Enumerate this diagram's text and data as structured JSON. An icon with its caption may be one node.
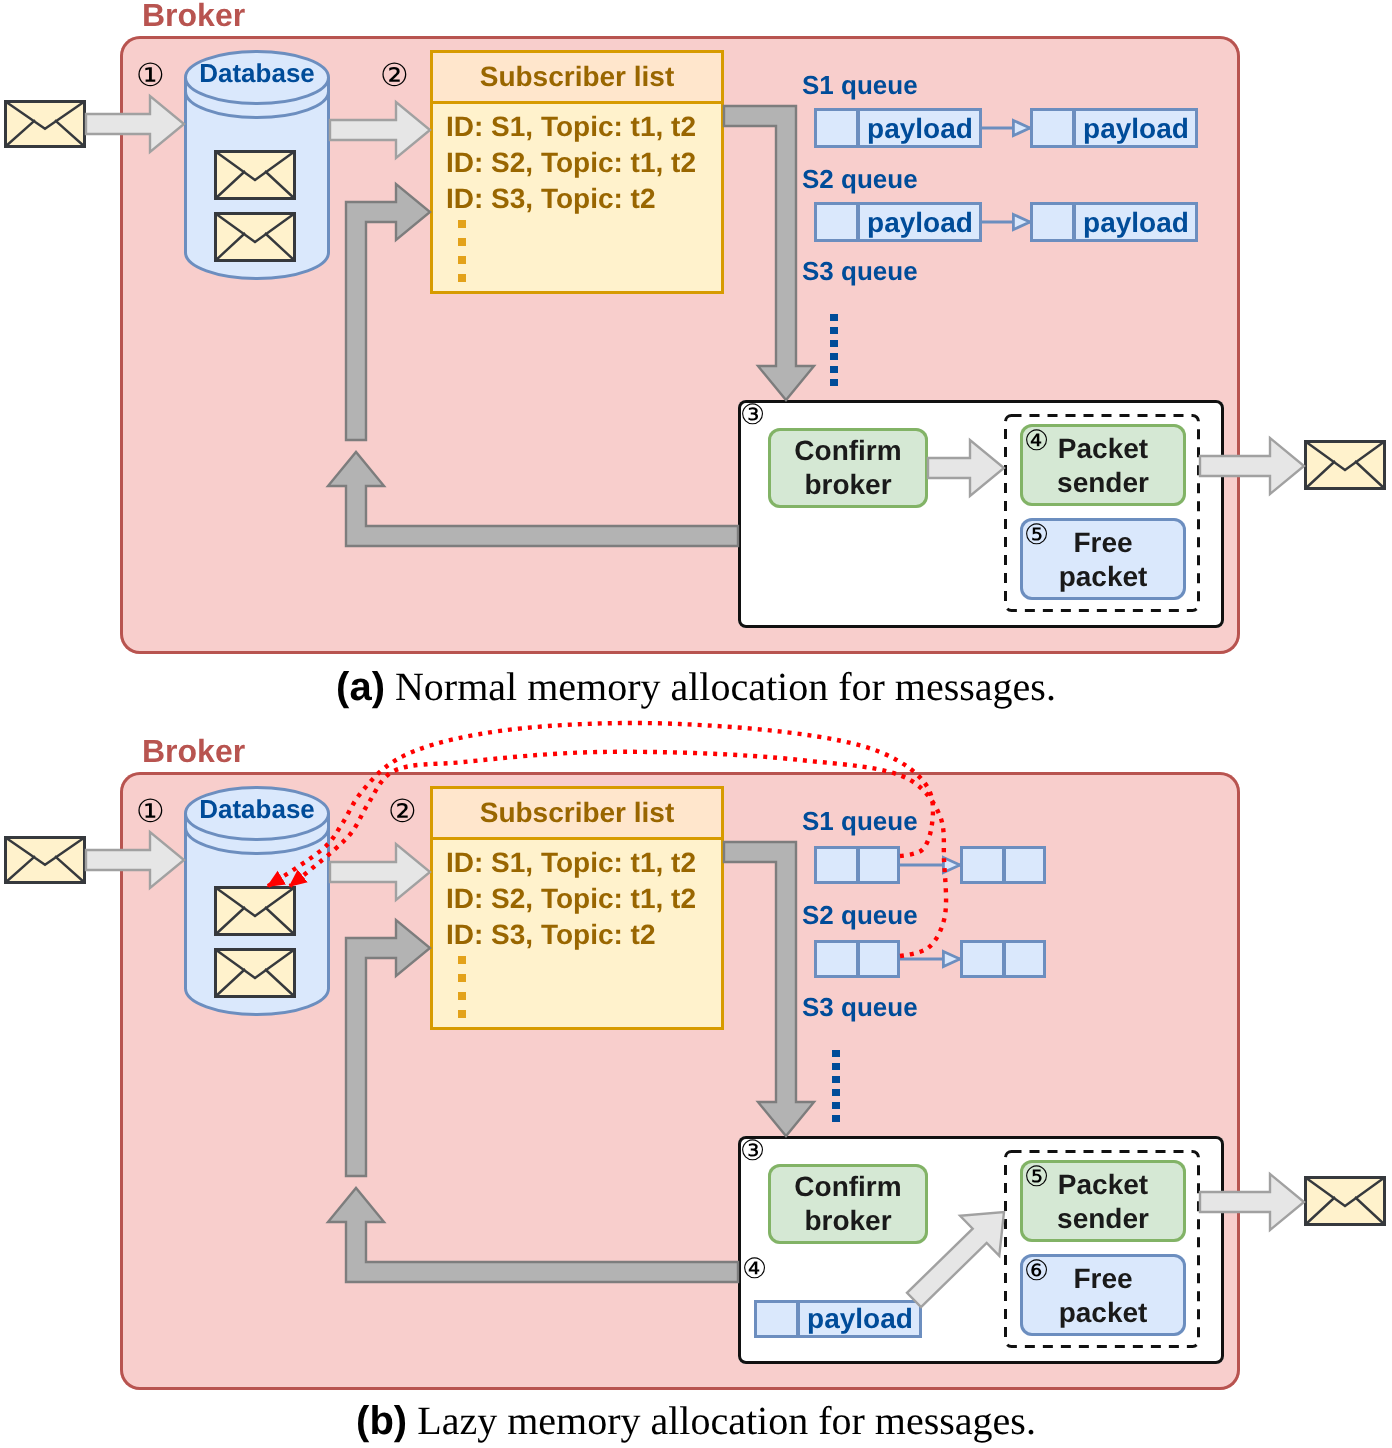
{
  "diagram": {
    "nodes": [
      {
        "text": [
          "Broker"
        ]
      },
      {
        "text": [],
        "shape": "envelope"
      },
      {
        "text": [
          "Database"
        ],
        "in": 0,
        "beside": [
          "①"
        ]
      },
      {
        "text": [],
        "shape": "envelope",
        "in": 2
      },
      {
        "text": [],
        "shape": "envelope",
        "in": 2
      },
      {
        "text": [
          "Subscriber list",
          "ID: S1, Topic: t1, t2",
          "ID: S2, Topic: t1, t2",
          "ID: S3, Topic: t2"
        ],
        "in": 0,
        "beside": [
          "②"
        ]
      },
      {
        "text": [
          "payload"
        ],
        "in": 0
      },
      {
        "text": [
          "payload"
        ],
        "in": 0
      },
      {
        "text": [
          "payload"
        ],
        "in": 0
      },
      {
        "text": [
          "payload"
        ],
        "in": 0
      },
      {
        "text": [],
        "shape": "box",
        "in": 0
      },
      {
        "text": [
          "Confirm broker"
        ],
        "in": 10,
        "beside": [
          "③"
        ]
      },
      {
        "text": [],
        "shape": "box",
        "in": 10
      },
      {
        "text": [
          "④",
          "Packet sender"
        ],
        "in": 12
      },
      {
        "text": [
          "⑤",
          "Free packet"
        ],
        "in": 12
      },
      {
        "text": [],
        "shape": "envelope"
      },
      {
        "text": [
          "Broker"
        ]
      },
      {
        "text": [],
        "shape": "envelope"
      },
      {
        "text": [
          "Database"
        ],
        "in": 16,
        "beside": [
          "①"
        ]
      },
      {
        "text": [],
        "shape": "envelope",
        "in": 18
      },
      {
        "text": [],
        "shape": "envelope",
        "in": 18
      },
      {
        "text": [
          "Subscriber list",
          "ID: S1, Topic: t1, t2",
          "ID: S2, Topic: t1, t2",
          "ID: S3, Topic: t2"
        ],
        "in": 16,
        "beside": [
          "②"
        ]
      },
      {
        "text": [],
        "shape": "box",
        "in": 16
      },
      {
        "text": [],
        "shape": "box",
        "in": 16
      },
      {
        "text": [],
        "shape": "box",
        "in": 16
      },
      {
        "text": [],
        "shape": "box",
        "in": 16
      },
      {
        "text": [],
        "shape": "box",
        "in": 16
      },
      {
        "text": [
          "Confirm broker"
        ],
        "in": 26,
        "beside": [
          "③"
        ]
      },
      {
        "text": [
          "payload"
        ],
        "in": 26,
        "beside": [
          "④"
        ]
      },
      {
        "text": [],
        "shape": "box",
        "in": 26
      },
      {
        "text": [
          "⑤",
          "Packet sender"
        ],
        "in": 29
      },
      {
        "text": [
          "⑥",
          "Free packet"
        ],
        "in": 29
      },
      {
        "text": [],
        "shape": "envelope"
      }
    ],
    "edges": [
      {
        "from": 1,
        "to": 2,
        "arrow": "to",
        "style": "thick"
      },
      {
        "from": 2,
        "to": 5,
        "arrow": "to",
        "style": "thick"
      },
      {
        "from": 5,
        "to": 10,
        "arrow": "to",
        "style": "thick",
        "color": "#b3b3b3"
      },
      {
        "from": 10,
        "to": null,
        "arrow": "to",
        "style": "thick",
        "color": "#b3b3b3"
      },
      {
        "from": null,
        "to": 5,
        "arrow": "to",
        "style": "thick",
        "color": "#b3b3b3"
      },
      {
        "from": 6,
        "to": 7,
        "arrow": "to",
        "color": "#6c8ebf"
      },
      {
        "from": 8,
        "to": 9,
        "arrow": "to",
        "color": "#6c8ebf"
      },
      {
        "from": 11,
        "to": 12,
        "arrow": "to",
        "style": "thick"
      },
      {
        "from": 12,
        "to": 15,
        "arrow": "to",
        "style": "thick"
      },
      {
        "from": 17,
        "to": 18,
        "arrow": "to",
        "style": "thick"
      },
      {
        "from": 18,
        "to": 21,
        "arrow": "to",
        "style": "thick"
      },
      {
        "from": 21,
        "to": 26,
        "arrow": "to",
        "style": "thick",
        "color": "#b3b3b3"
      },
      {
        "from": 26,
        "to": null,
        "arrow": "to",
        "style": "thick",
        "color": "#b3b3b3"
      },
      {
        "from": null,
        "to": 21,
        "arrow": "to",
        "style": "thick",
        "color": "#b3b3b3"
      },
      {
        "from": 22,
        "to": 23,
        "arrow": "to",
        "color": "#6c8ebf"
      },
      {
        "from": 24,
        "to": 25,
        "arrow": "to",
        "color": "#6c8ebf"
      },
      {
        "from": 22,
        "to": 19,
        "arrow": "to",
        "style": "dashed",
        "color": "#ff0000"
      },
      {
        "from": 24,
        "to": 19,
        "arrow": "to",
        "style": "dashed",
        "color": "#ff0000"
      },
      {
        "from": 28,
        "to": 29,
        "arrow": "to",
        "style": "thick"
      },
      {
        "from": 29,
        "to": 32,
        "arrow": "to",
        "style": "thick"
      }
    ],
    "labels": [
      "S1 queue",
      "S2 queue",
      "S3 queue",
      "**(a)** Normal memory allocation for messages.",
      "S1 queue",
      "S2 queue",
      "S3 queue",
      "**(b)** Lazy memory allocation for messages."
    ]
  }
}
